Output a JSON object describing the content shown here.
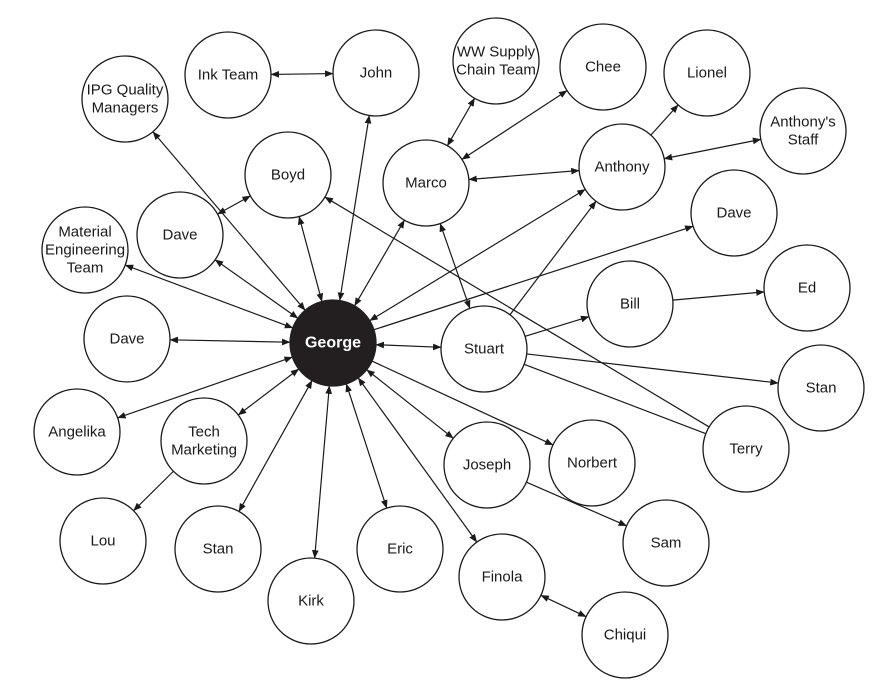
{
  "colors": {
    "node_fill": "#ffffff",
    "node_stroke": "#1a1a1a",
    "center_fill": "#231f20",
    "center_text": "#ffffff",
    "edge": "#1a1a1a"
  },
  "nodes": [
    {
      "id": "george",
      "label": [
        "George"
      ],
      "center": true
    },
    {
      "id": "ipg",
      "label": [
        "IPG Quality",
        "Managers"
      ]
    },
    {
      "id": "inkteam",
      "label": [
        "Ink Team"
      ]
    },
    {
      "id": "john",
      "label": [
        "John"
      ]
    },
    {
      "id": "wwsupply",
      "label": [
        "WW Supply",
        "Chain Team"
      ]
    },
    {
      "id": "chee",
      "label": [
        "Chee"
      ]
    },
    {
      "id": "lionel",
      "label": [
        "Lionel"
      ]
    },
    {
      "id": "anthonysstaff",
      "label": [
        "Anthony's",
        "Staff"
      ]
    },
    {
      "id": "boyd",
      "label": [
        "Boyd"
      ]
    },
    {
      "id": "marco",
      "label": [
        "Marco"
      ]
    },
    {
      "id": "anthony",
      "label": [
        "Anthony"
      ]
    },
    {
      "id": "dave_tl",
      "label": [
        "Dave"
      ]
    },
    {
      "id": "material",
      "label": [
        "Material",
        "Engineering",
        "Team"
      ]
    },
    {
      "id": "dave_r",
      "label": [
        "Dave"
      ]
    },
    {
      "id": "dave_l",
      "label": [
        "Dave"
      ]
    },
    {
      "id": "bill",
      "label": [
        "Bill"
      ]
    },
    {
      "id": "ed",
      "label": [
        "Ed"
      ]
    },
    {
      "id": "stuart",
      "label": [
        "Stuart"
      ]
    },
    {
      "id": "stan_r",
      "label": [
        "Stan"
      ]
    },
    {
      "id": "angelika",
      "label": [
        "Angelika"
      ]
    },
    {
      "id": "tech",
      "label": [
        "Tech",
        "Marketing"
      ]
    },
    {
      "id": "joseph",
      "label": [
        "Joseph"
      ]
    },
    {
      "id": "norbert",
      "label": [
        "Norbert"
      ]
    },
    {
      "id": "terry",
      "label": [
        "Terry"
      ]
    },
    {
      "id": "lou",
      "label": [
        "Lou"
      ]
    },
    {
      "id": "stan_b",
      "label": [
        "Stan"
      ]
    },
    {
      "id": "eric",
      "label": [
        "Eric"
      ]
    },
    {
      "id": "sam",
      "label": [
        "Sam"
      ]
    },
    {
      "id": "kirk",
      "label": [
        "Kirk"
      ]
    },
    {
      "id": "finola",
      "label": [
        "Finola"
      ]
    },
    {
      "id": "chiqui",
      "label": [
        "Chiqui"
      ]
    }
  ],
  "edges": [
    {
      "from": "george",
      "to": "ipg",
      "arrow": "both"
    },
    {
      "from": "george",
      "to": "john",
      "arrow": "both"
    },
    {
      "from": "inkteam",
      "to": "john",
      "arrow": "both"
    },
    {
      "from": "george",
      "to": "boyd",
      "arrow": "both"
    },
    {
      "from": "boyd",
      "to": "dave_tl",
      "arrow": "both"
    },
    {
      "from": "george",
      "to": "dave_tl",
      "arrow": "both"
    },
    {
      "from": "george",
      "to": "material",
      "arrow": "both"
    },
    {
      "from": "george",
      "to": "dave_l",
      "arrow": "both"
    },
    {
      "from": "george",
      "to": "angelika",
      "arrow": "both"
    },
    {
      "from": "george",
      "to": "tech",
      "arrow": "both"
    },
    {
      "from": "tech",
      "to": "lou",
      "arrow": "end"
    },
    {
      "from": "george",
      "to": "stan_b",
      "arrow": "both"
    },
    {
      "from": "george",
      "to": "kirk",
      "arrow": "both"
    },
    {
      "from": "george",
      "to": "eric",
      "arrow": "both"
    },
    {
      "from": "george",
      "to": "finola",
      "arrow": "both"
    },
    {
      "from": "finola",
      "to": "chiqui",
      "arrow": "both"
    },
    {
      "from": "george",
      "to": "joseph",
      "arrow": "both"
    },
    {
      "from": "joseph",
      "to": "sam",
      "arrow": "end"
    },
    {
      "from": "george",
      "to": "norbert",
      "arrow": "end"
    },
    {
      "from": "george",
      "to": "stuart",
      "arrow": "both"
    },
    {
      "from": "george",
      "to": "marco",
      "arrow": "both"
    },
    {
      "from": "marco",
      "to": "wwsupply",
      "arrow": "both"
    },
    {
      "from": "marco",
      "to": "chee",
      "arrow": "both"
    },
    {
      "from": "marco",
      "to": "anthony",
      "arrow": "both"
    },
    {
      "from": "marco",
      "to": "stuart",
      "arrow": "both"
    },
    {
      "from": "george",
      "to": "anthony",
      "arrow": "both"
    },
    {
      "from": "anthony",
      "to": "lionel",
      "arrow": "end"
    },
    {
      "from": "anthony",
      "to": "anthonysstaff",
      "arrow": "both"
    },
    {
      "from": "george",
      "to": "dave_r",
      "arrow": "end"
    },
    {
      "from": "stuart",
      "to": "anthony",
      "arrow": "end"
    },
    {
      "from": "stuart",
      "to": "bill",
      "arrow": "end"
    },
    {
      "from": "bill",
      "to": "ed",
      "arrow": "end"
    },
    {
      "from": "stuart",
      "to": "stan_r",
      "arrow": "end"
    },
    {
      "from": "stuart",
      "to": "terry",
      "arrow": "none"
    },
    {
      "from": "terry",
      "to": "boyd",
      "arrow": "end"
    }
  ]
}
